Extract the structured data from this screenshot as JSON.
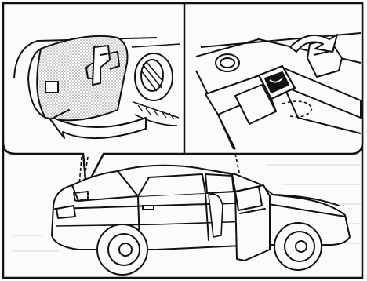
{
  "illustration": {
    "left_inset": {
      "content": "fuel-filler-door-open-with-cap"
    },
    "right_inset": {
      "content": "fuel-door-release-lever-pulled-up"
    },
    "main_view": {
      "content": "car-rear-three-quarter-view-driver-door-open"
    }
  },
  "colors": {
    "line": "#111111",
    "paper": "#fbfbfb",
    "dither": "#9a9a9a",
    "bleed_text": "#d7d7d7"
  }
}
